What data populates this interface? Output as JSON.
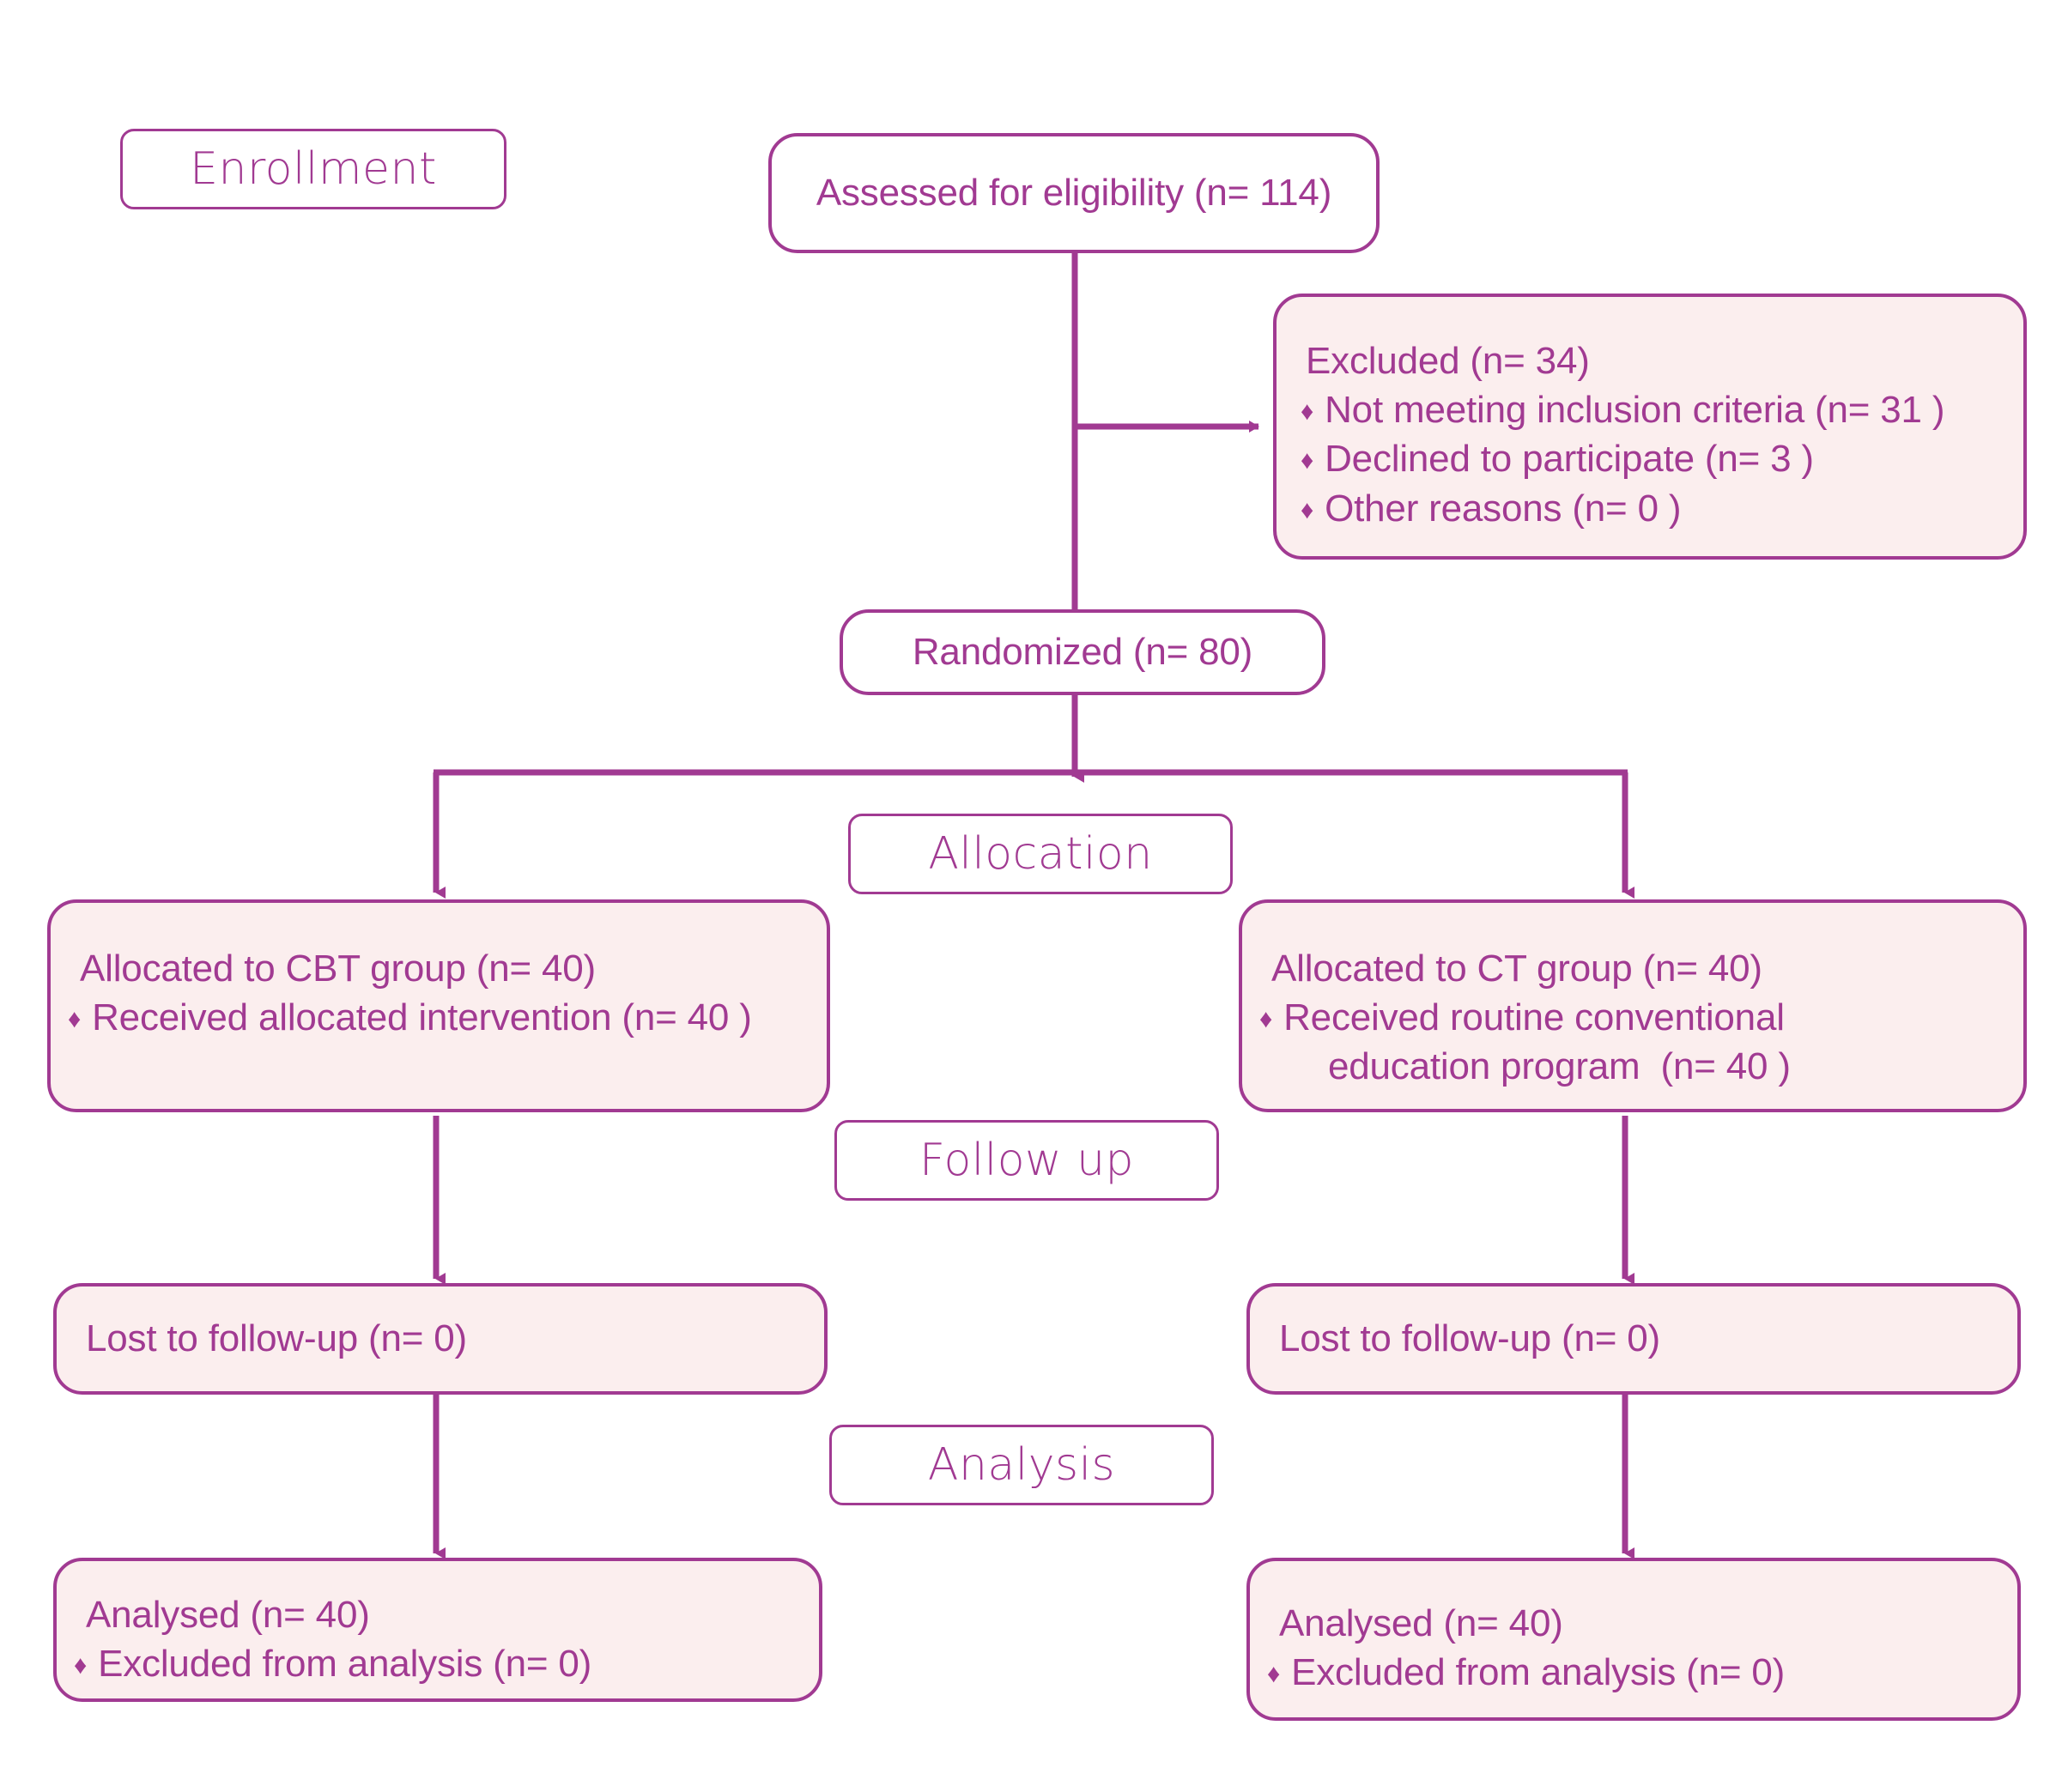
{
  "diagram": {
    "title": "CONSORT participant flow diagram",
    "colors": {
      "accent": "#A13A92",
      "box_fill": "#FBEEEE",
      "plain_fill": "#FFFFFF",
      "page_background": "#FFFFFF"
    },
    "bullet_glyph": "♦"
  },
  "stages": {
    "enrollment": "Enrollment",
    "allocation": "Allocation",
    "follow_up": "Follow up",
    "analysis": "Analysis"
  },
  "nodes": {
    "assessed": {
      "heading": "Assessed for eligibility (n= 114)"
    },
    "excluded": {
      "heading": "Excluded (n= 34)",
      "bullets": [
        "Not meeting inclusion criteria (n= 31 )",
        "Declined to participate (n= 3 )",
        "Other reasons (n= 0 )"
      ]
    },
    "randomized": {
      "heading": "Randomized (n= 80)"
    },
    "allocated_left": {
      "heading": "Allocated to CBT group (n= 40)",
      "bullets": [
        "Received allocated intervention (n= 40 )"
      ]
    },
    "allocated_right": {
      "heading": "Allocated to CT group (n= 40)",
      "bullets": [
        "Received routine conventional"
      ],
      "bullet_continuations": [
        "education program  (n= 40 )"
      ]
    },
    "lost_left": {
      "heading": "Lost to follow-up (n= 0)"
    },
    "lost_right": {
      "heading": "Lost to follow-up (n= 0)"
    },
    "analysed_left": {
      "heading": "Analysed (n= 40)",
      "bullets": [
        "Excluded from analysis (n= 0)"
      ]
    },
    "analysed_right": {
      "heading": "Analysed (n= 40)",
      "bullets": [
        "Excluded from analysis (n= 0)"
      ]
    }
  }
}
